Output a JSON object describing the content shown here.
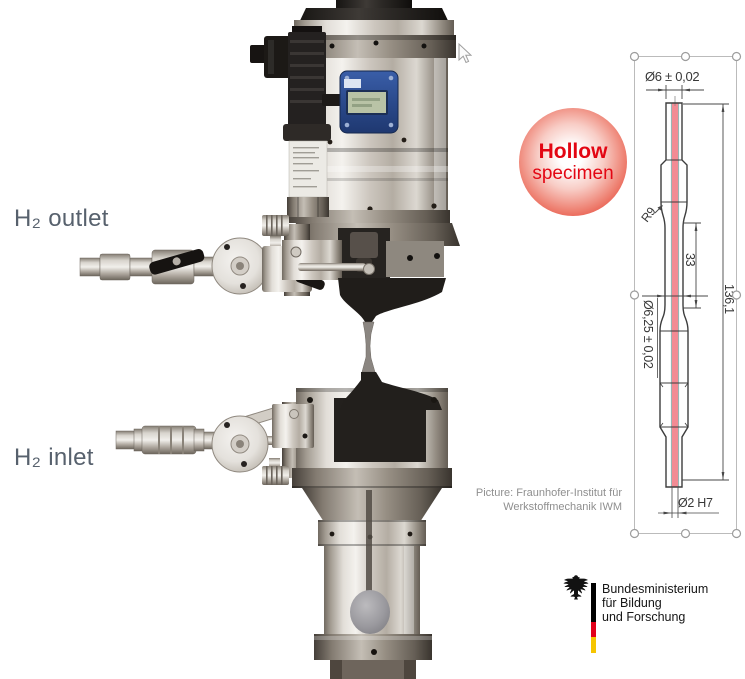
{
  "photo_labels": {
    "outlet": "H₂ outlet",
    "inlet": "H₂ inlet"
  },
  "badge": {
    "title": "Hollow",
    "subtitle": "specimen",
    "text_color": "#e30613"
  },
  "credit": {
    "line1": "Picture: Fraunhofer-Institut für",
    "line2": "Werkstoffmechanik IWM"
  },
  "drawing": {
    "dim_top_diameter": "Ø6 ± 0,02",
    "dim_radius": "R9",
    "dim_gauge_length": "33",
    "dim_total_length": "136,1",
    "dim_gauge_diameter": "Ø6,25 ± 0,02",
    "dim_bore": "Ø2 H7",
    "bore_highlight_color": "#f28b94"
  },
  "logo": {
    "line1": "Bundesministerium",
    "line2": "für Bildung",
    "line3": "und Forschung",
    "flag": {
      "black": "#000000",
      "red": "#e2001a",
      "gold": "#f6c500"
    }
  },
  "icons": {
    "cursor": "arrow-pointer",
    "eagle": "federal-eagle",
    "handles": "selection-handles"
  }
}
